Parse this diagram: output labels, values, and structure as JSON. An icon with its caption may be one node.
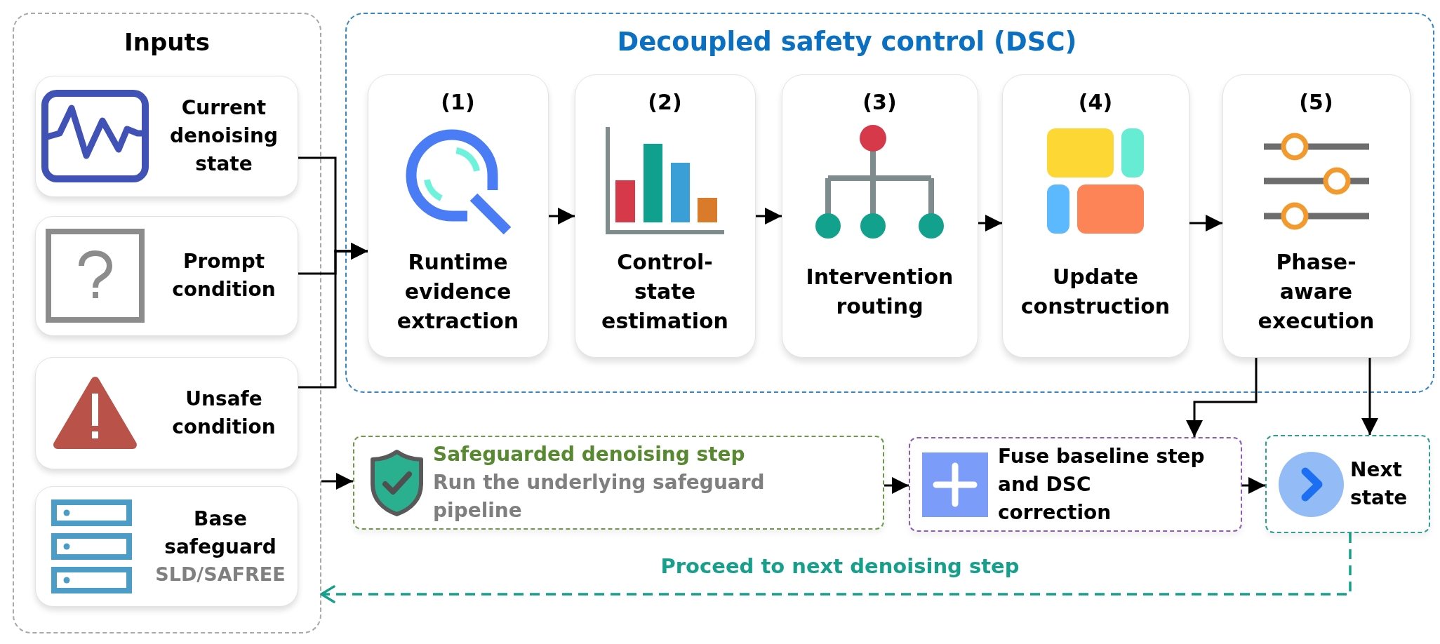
{
  "diagram": {
    "nodes": [
      {
        "text": [
          "Inputs"
        ]
      },
      {
        "text": [
          "Current denoising state"
        ],
        "in": 0
      },
      {
        "text": [
          "Prompt condition"
        ],
        "in": 0
      },
      {
        "text": [
          "Unsafe condition"
        ],
        "in": 0
      },
      {
        "text": [
          "Base safeguard",
          "SLD/SAFREE"
        ],
        "in": 0
      },
      {
        "text": [
          "Decoupled safety control (DSC)"
        ]
      },
      {
        "text": [
          "(1)",
          "Runtime evidence extraction"
        ],
        "in": 5
      },
      {
        "text": [
          "(2)",
          "Control- state estimation"
        ],
        "in": 5
      },
      {
        "text": [
          "(3)",
          "Intervention routing"
        ],
        "in": 5
      },
      {
        "text": [
          "(4)",
          "Update construction"
        ],
        "in": 5
      },
      {
        "text": [
          "(5)",
          "Phase- aware execution"
        ],
        "in": 5
      },
      {
        "text": [
          "Safeguarded denoising step",
          "Run the underlying safeguard pipeline"
        ]
      },
      {
        "text": [
          "Fuse baseline step and DSC correction"
        ]
      },
      {
        "text": [
          "Next state"
        ]
      }
    ],
    "edges": [
      {
        "from": 1,
        "to": 6,
        "arrow": "to"
      },
      {
        "from": 2,
        "to": 6,
        "arrow": "to"
      },
      {
        "from": 3,
        "to": 6,
        "arrow": "to"
      },
      {
        "from": 6,
        "to": 7,
        "arrow": "to"
      },
      {
        "from": 7,
        "to": 8,
        "arrow": "to"
      },
      {
        "from": 8,
        "to": 9,
        "arrow": "to"
      },
      {
        "from": 9,
        "to": 10,
        "arrow": "to"
      },
      {
        "from": 0,
        "to": 11,
        "arrow": "to"
      },
      {
        "from": 11,
        "to": 12,
        "arrow": "to"
      },
      {
        "from": 12,
        "to": 13,
        "arrow": "to"
      },
      {
        "from": 10,
        "to": 12,
        "arrow": "to"
      },
      {
        "from": 10,
        "to": 13,
        "arrow": "to"
      },
      {
        "from": 13,
        "to": 0,
        "arrow": "to",
        "label": "Proceed to next denoising step",
        "style": "dashed",
        "color": "#16a08c"
      }
    ]
  }
}
